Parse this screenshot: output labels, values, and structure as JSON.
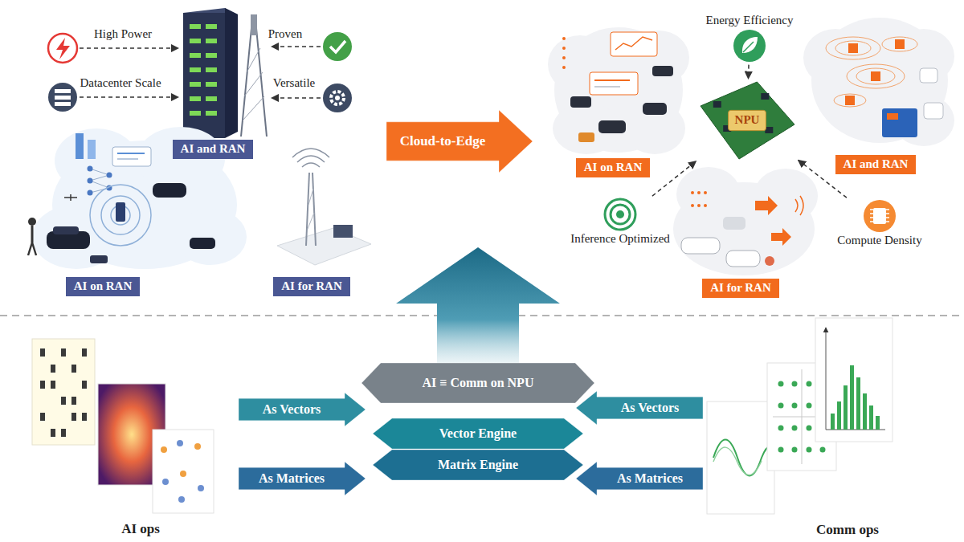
{
  "diagram": {
    "nodes": [
      {
        "text": [
          "AI and RAN"
        ]
      },
      {
        "text": [
          "AI on RAN"
        ]
      },
      {
        "text": [
          "AI for RAN"
        ]
      },
      {
        "text": [
          "Cloud-to-Edge"
        ]
      },
      {
        "text": [
          "Energy Efficiency"
        ]
      },
      {
        "text": [
          "NPU"
        ]
      },
      {
        "text": [
          "AI on RAN"
        ]
      },
      {
        "text": [
          "AI and RAN"
        ]
      },
      {
        "text": [
          "Inference Optimized"
        ]
      },
      {
        "text": [
          "Compute Density"
        ]
      },
      {
        "text": [
          "AI for RAN"
        ]
      },
      {
        "text": [
          "As Vectors"
        ]
      },
      {
        "text": [
          "As Matrices"
        ]
      },
      {
        "text": [
          "AI ≡ Comm on NPU"
        ]
      },
      {
        "text": [
          "Vector Engine"
        ]
      },
      {
        "text": [
          "Matrix Engine"
        ]
      },
      {
        "text": [
          "As Vectors"
        ]
      },
      {
        "text": [
          "As Matrices"
        ]
      }
    ],
    "edges": [
      {
        "from": 4,
        "to": 5,
        "arrow": "to"
      },
      {
        "from": 8,
        "to": 5,
        "arrow": "to"
      },
      {
        "from": 9,
        "to": 5,
        "arrow": "to"
      }
    ],
    "labels": [
      "High Power",
      "Datacenter Scale",
      "Proven",
      "Versatile",
      "AI ops",
      "Comm ops"
    ]
  }
}
